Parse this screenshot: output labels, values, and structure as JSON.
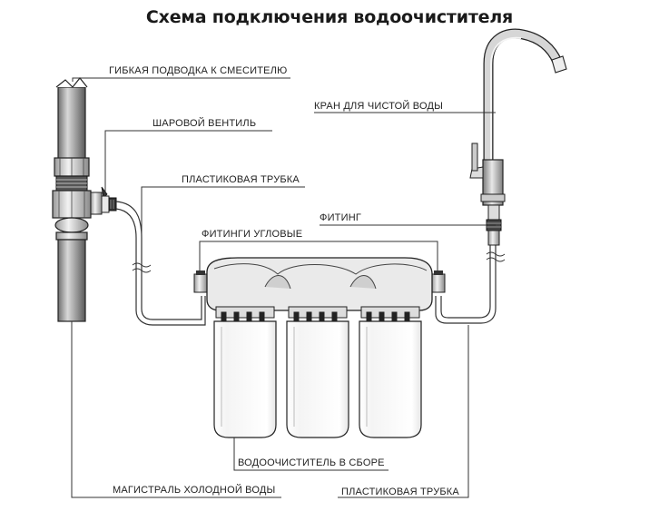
{
  "title": "Схема подключения водоочистителя",
  "labels": {
    "flex_hose": "ГИБКАЯ ПОДВОДКА К СМЕСИТЕЛЮ",
    "ball_valve": "ШАРОВОЙ ВЕНТИЛЬ",
    "plastic_tube_top": "ПЛАСТИКОВАЯ ТРУБКА",
    "clean_water_tap": "КРАН ДЛЯ ЧИСТОЙ ВОДЫ",
    "fitting": "ФИТИНГ",
    "angle_fittings": "ФИТИНГИ УГЛОВЫЕ",
    "purifier_assembly": "ВОДООЧИСТИТЕЛЬ В СБОРЕ",
    "cold_water_main": "МАГИСТРАЛЬ ХОЛОДНОЙ ВОДЫ",
    "plastic_tube_bottom": "ПЛАСТИКОВАЯ ТРУБКА"
  }
}
